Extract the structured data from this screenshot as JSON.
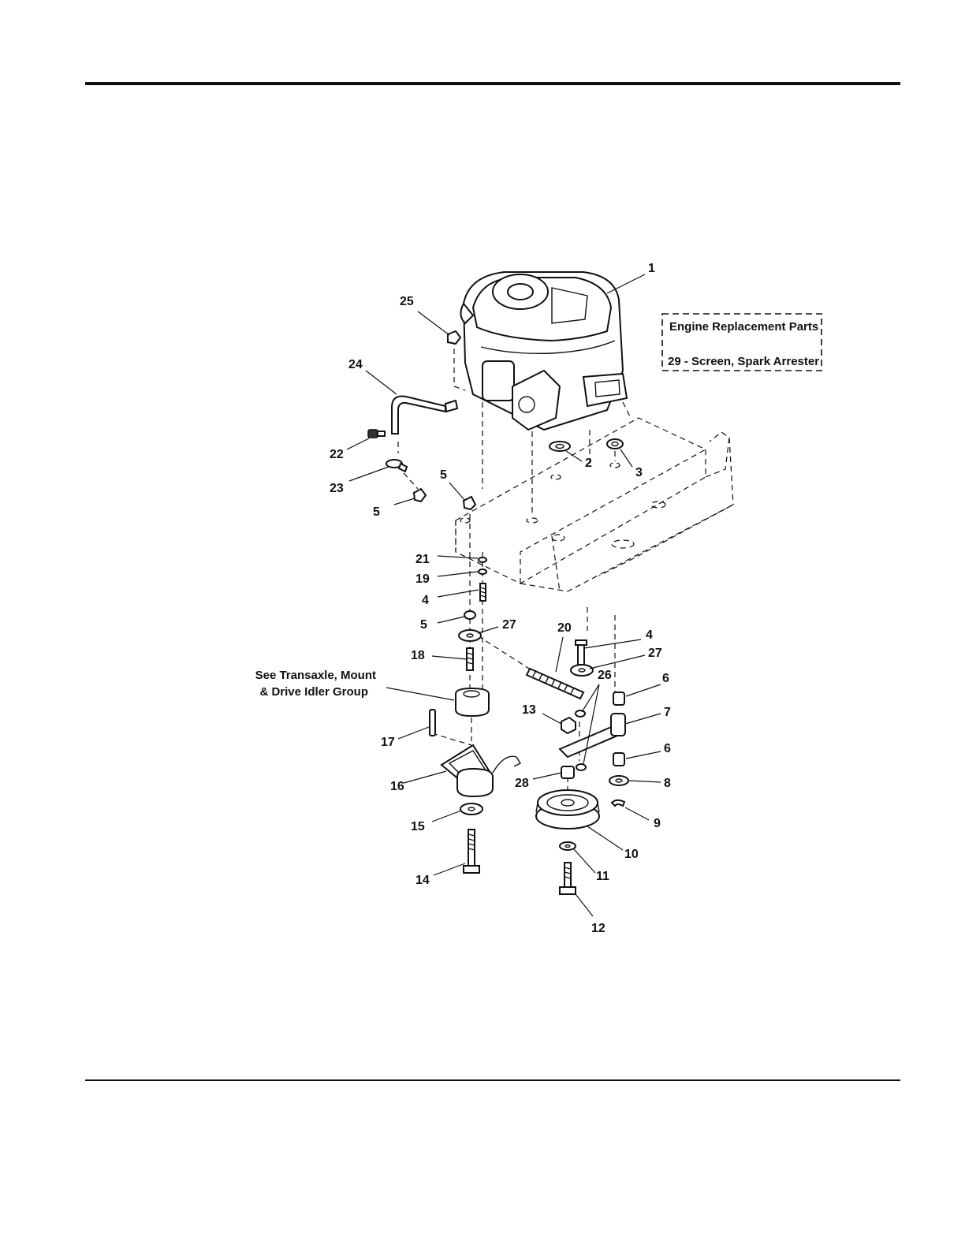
{
  "box_note": {
    "title": "Engine Replacement Parts",
    "line": "29 - Screen, Spark Arrester"
  },
  "side_note": {
    "line1": "See Transaxle, Mount",
    "line2": "& Drive Idler Group"
  },
  "callouts": {
    "c1": "1",
    "c2": "2",
    "c3": "3",
    "c4a": "4",
    "c4b": "4",
    "c5a": "5",
    "c5b": "5",
    "c5c": "5",
    "c6a": "6",
    "c6b": "6",
    "c7": "7",
    "c8": "8",
    "c9": "9",
    "c10": "10",
    "c11": "11",
    "c12": "12",
    "c13": "13",
    "c14": "14",
    "c15": "15",
    "c16": "16",
    "c17": "17",
    "c18": "18",
    "c19": "19",
    "c20": "20",
    "c21": "21",
    "c22": "22",
    "c23": "23",
    "c24": "24",
    "c25": "25",
    "c26": "26",
    "c27a": "27",
    "c27b": "27",
    "c28": "28"
  }
}
